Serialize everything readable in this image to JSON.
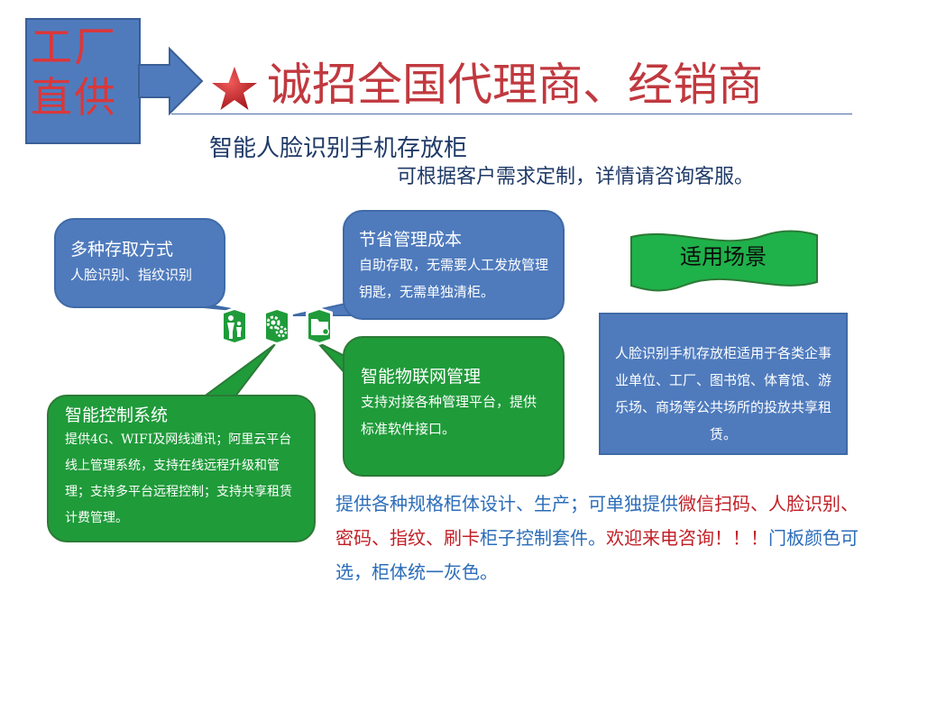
{
  "factory": {
    "text": "工厂直供"
  },
  "headline": {
    "text": "诚招全国代理商、经销商"
  },
  "product_title": "智能人脸识别手机存放柜",
  "custom_note": "可根据客户需求定制，详情请咨询客服。",
  "callouts": {
    "access": {
      "title": "多种存取方式",
      "body": "人脸识别、指纹识别"
    },
    "cost": {
      "title": "节省管理成本",
      "body": "自助存取，无需要人工发放管理钥匙，无需单独清柜。"
    },
    "iot": {
      "title": "智能物联网管理",
      "body": "支持对接各种管理平台，提供标准软件接口。"
    },
    "control": {
      "title": "智能控制系统",
      "body": "提供4G、WIFI及网线通讯；阿里云平台线上管理系统，支持在线远程升级和管理；支持多平台远程控制；支持共享租赁计费管理。"
    }
  },
  "scenarios": {
    "label": "适用场景",
    "text": "人脸识别手机存放柜适用于各类企事业单位、工厂、图书馆、体育馆、游乐场、商场等公共场所的投放共享租赁。"
  },
  "bottom": {
    "part1": "提供各种规格柜体设计、生产；可单独提供",
    "part2": "微信扫码、人脸识别、密码、指纹、刷卡",
    "part3": "柜子控制套件。",
    "part4": "欢迎来电咨询！！！",
    "part5": "门板颜色可选，柜体统一灰色。"
  },
  "icons": [
    "family-icon",
    "gears-icon",
    "folder-icon"
  ],
  "colors": {
    "blue": "#4f7bbd",
    "green": "#1f9b3a",
    "red": "#c0393f",
    "navy": "#1f3a68"
  }
}
